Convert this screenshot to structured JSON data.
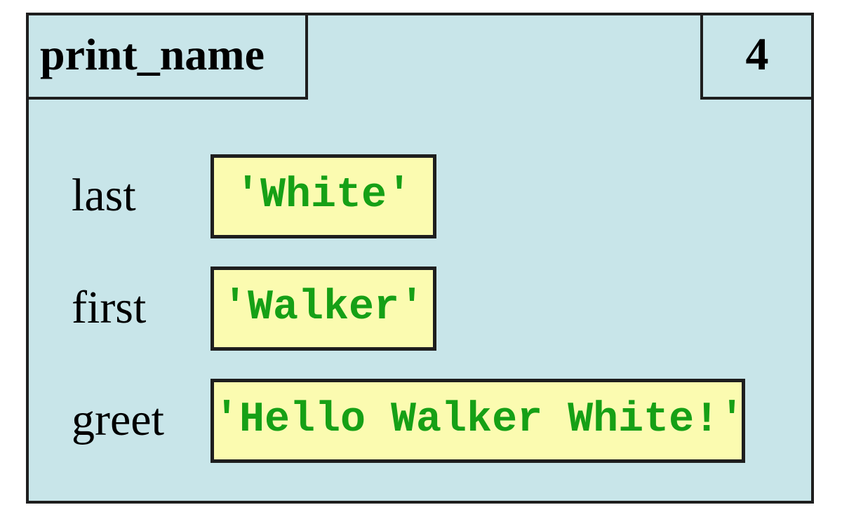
{
  "frame": {
    "name": "print_name",
    "line_number": "4",
    "variables": [
      {
        "name": "last",
        "value": "'White'"
      },
      {
        "name": "first",
        "value": "'Walker'"
      },
      {
        "name": "greet",
        "value": "'Hello Walker White!'"
      }
    ]
  },
  "colors": {
    "frame_fill": "#c8e5e9",
    "value_fill": "#fbfbb0",
    "value_text": "#16a016",
    "border": "#1e1e1e",
    "label_text": "#000000"
  }
}
